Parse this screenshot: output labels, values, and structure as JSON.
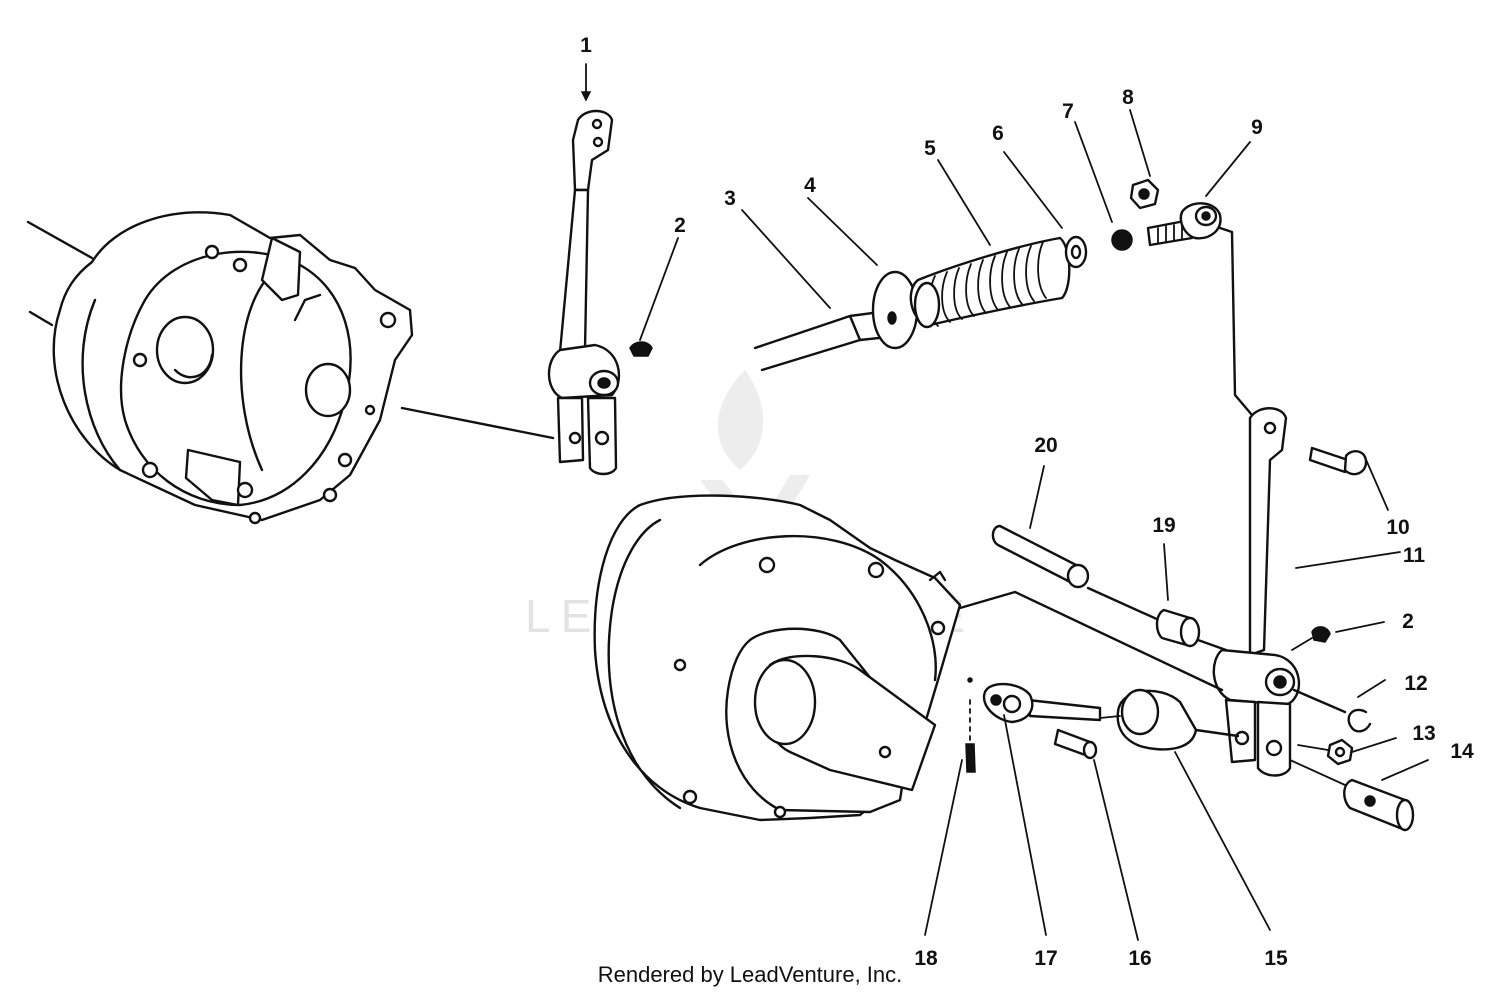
{
  "callouts": [
    {
      "id": "1",
      "text": "1"
    },
    {
      "id": "2a",
      "text": "2"
    },
    {
      "id": "2b",
      "text": "2"
    },
    {
      "id": "3",
      "text": "3"
    },
    {
      "id": "4",
      "text": "4"
    },
    {
      "id": "5",
      "text": "5"
    },
    {
      "id": "6",
      "text": "6"
    },
    {
      "id": "7",
      "text": "7"
    },
    {
      "id": "8",
      "text": "8"
    },
    {
      "id": "9",
      "text": "9"
    },
    {
      "id": "10",
      "text": "10"
    },
    {
      "id": "11",
      "text": "11"
    },
    {
      "id": "12",
      "text": "12"
    },
    {
      "id": "13",
      "text": "13"
    },
    {
      "id": "14",
      "text": "14"
    },
    {
      "id": "15",
      "text": "15"
    },
    {
      "id": "16",
      "text": "16"
    },
    {
      "id": "17",
      "text": "17"
    },
    {
      "id": "18",
      "text": "18"
    },
    {
      "id": "19",
      "text": "19"
    },
    {
      "id": "20",
      "text": "20"
    }
  ],
  "watermark": {
    "text": "LEADVENTURE"
  },
  "footer": {
    "credit": "Rendered by LeadVenture, Inc."
  },
  "colors": {
    "ink": "#111111",
    "watermark": "#e3e3e3",
    "background": "#ffffff"
  }
}
